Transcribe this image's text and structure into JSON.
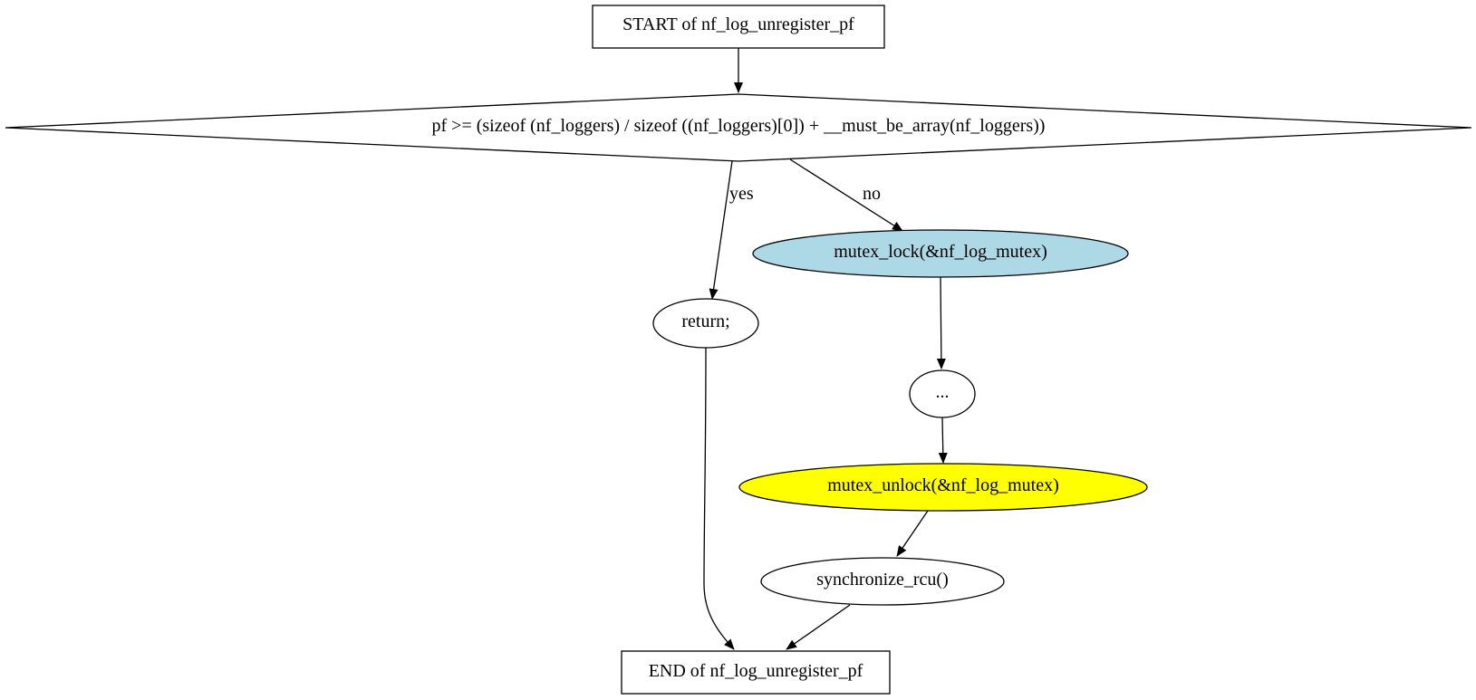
{
  "nodes": {
    "start": {
      "label": "START of nf_log_unregister_pf",
      "fill": "#ffffff"
    },
    "cond": {
      "label": "pf >= (sizeof (nf_loggers) / sizeof ((nf_loggers)[0]) + __must_be_array(nf_loggers))",
      "fill": "#ffffff"
    },
    "ret": {
      "label": "return;",
      "fill": "#ffffff"
    },
    "lock": {
      "label": "mutex_lock(&nf_log_mutex)",
      "fill": "#add8e6"
    },
    "ellipsis": {
      "label": "...",
      "fill": "#ffffff"
    },
    "unlock": {
      "label": "mutex_unlock(&nf_log_mutex)",
      "fill": "#ffff00"
    },
    "sync": {
      "label": "synchronize_rcu()",
      "fill": "#ffffff"
    },
    "end": {
      "label": "END of nf_log_unregister_pf",
      "fill": "#ffffff"
    }
  },
  "edges": {
    "yes_label": "yes",
    "no_label": "no"
  }
}
